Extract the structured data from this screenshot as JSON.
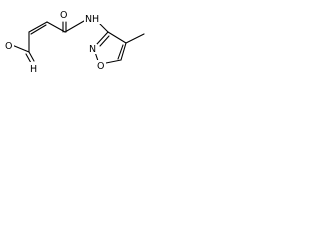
{
  "molecule": {
    "atoms": {
      "o_carbonyl": "O",
      "n_amide": "N",
      "h_amide": "H",
      "o_acid": "O",
      "h_acid": "H",
      "n_ring": "N",
      "o_ring": "O"
    },
    "colors": {
      "bond": "#000000",
      "label": "#000000",
      "background": "#ffffff"
    }
  }
}
